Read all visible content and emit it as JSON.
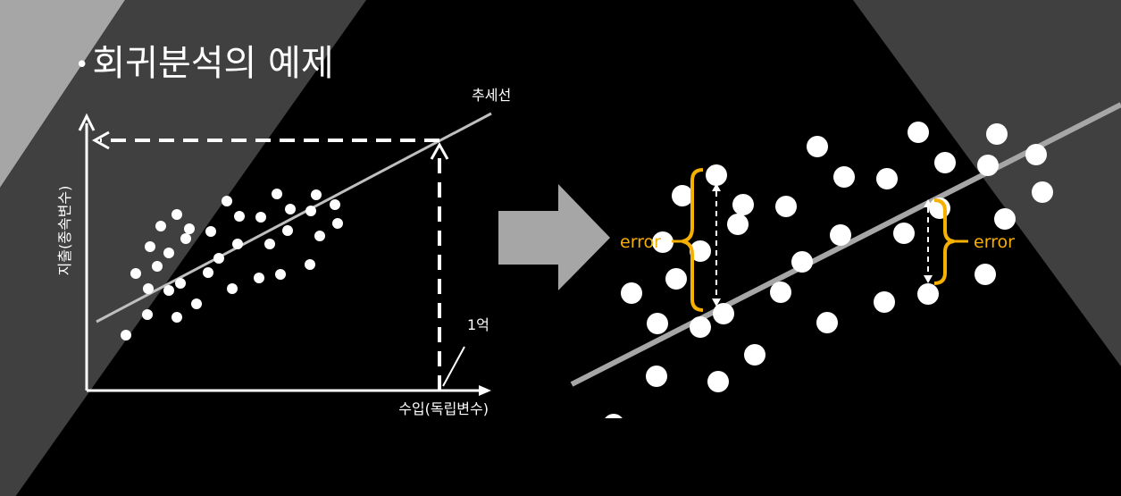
{
  "slide": {
    "title": "회귀분석의 예제",
    "bullet": "•"
  },
  "left_chart": {
    "y_axis_label": "지출(종속변수)",
    "x_axis_label": "수입(독립변수)",
    "trend_label": "추세선",
    "marker_label": "1억"
  },
  "right_chart": {
    "error_label_left": "error",
    "error_label_right": "error"
  },
  "colors": {
    "background": "#000000",
    "light_gray_panel": "#a6a6a6",
    "dark_gray_panel": "#404040",
    "regression_line": "#a6a6a6",
    "arrow": "#a6a6a6",
    "error_accent": "#f5b000",
    "points": "#ffffff"
  },
  "icons": [
    "right-arrow-icon"
  ]
}
